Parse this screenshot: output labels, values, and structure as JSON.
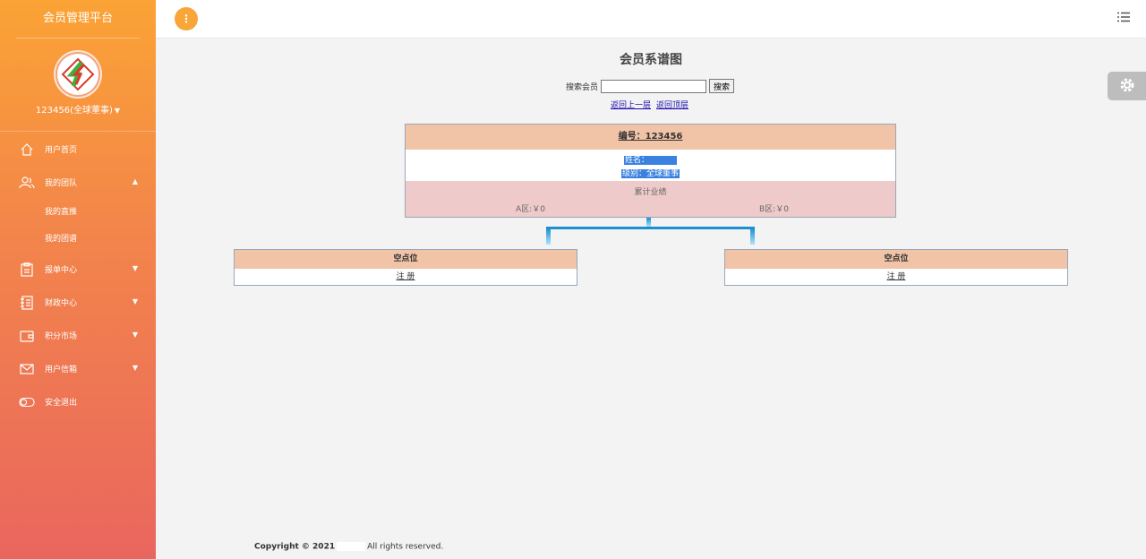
{
  "sidebar": {
    "platform_title": "会员管理平台",
    "user_label": "123456(全球董事)",
    "menu": [
      {
        "label": "用户首页",
        "icon": "home-icon",
        "has_arrow": false
      },
      {
        "label": "我的团队",
        "icon": "users-icon",
        "has_arrow": true,
        "expanded": true,
        "children": [
          "我的直推",
          "我的团谱"
        ]
      },
      {
        "label": "报单中心",
        "icon": "clipboard-icon",
        "has_arrow": true
      },
      {
        "label": "财政中心",
        "icon": "ledger-icon",
        "has_arrow": true
      },
      {
        "label": "积分市场",
        "icon": "wallet-icon",
        "has_arrow": true
      },
      {
        "label": "用户信箱",
        "icon": "mail-icon",
        "has_arrow": true
      },
      {
        "label": "安全退出",
        "icon": "toggle-icon",
        "has_arrow": false
      }
    ]
  },
  "topbar": {
    "toggle_glyph": "⋮"
  },
  "main": {
    "title": "会员系谱图",
    "search": {
      "label": "搜索会员",
      "value": "",
      "placeholder": "",
      "button": "搜索"
    },
    "links": {
      "up_level": "返回上一层",
      "top_level": "返回顶层"
    },
    "root": {
      "id_label": "编号：123456",
      "name_label": "姓名：",
      "level_label": "级别：全球董事",
      "perf_title": "累计业绩",
      "a_zone": "A区:￥0",
      "b_zone": "B区:￥0"
    },
    "children": [
      {
        "title": "空点位",
        "action": "注 册"
      },
      {
        "title": "空点位",
        "action": "注 册"
      }
    ]
  },
  "footer": {
    "copyright": "Copyright © 2021",
    "rights": "All rights reserved."
  },
  "colors": {
    "sidebar_top": "#fba335",
    "sidebar_bottom": "#e9665e",
    "card_head": "#f1c3a7",
    "perf_bg": "#eecaca",
    "highlight": "#3b82e0",
    "connector": "#1b8fd1"
  }
}
